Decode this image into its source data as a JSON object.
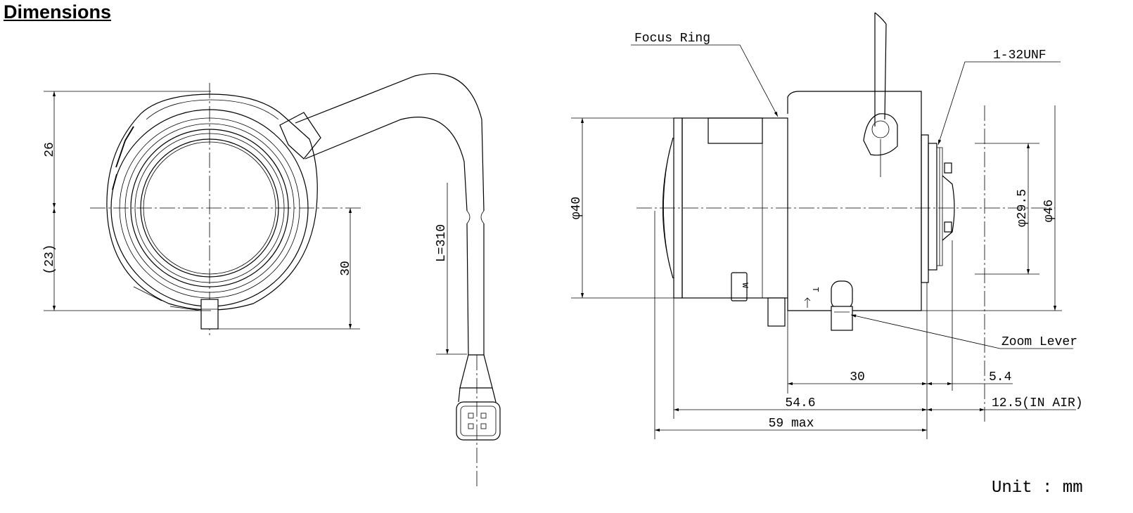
{
  "title": "Dimensions",
  "unit_label": "Unit : mm",
  "front_view": {
    "dim_26": "26",
    "dim_23": "(23)",
    "dim_30": "30",
    "cable_length": "L=310"
  },
  "side_view": {
    "focus_ring": "Focus Ring",
    "thread": "1-32UNF",
    "zoom_lever": "Zoom Lever",
    "dia_40": "φ40",
    "dia_29_5": "φ29.5",
    "dia_46": "φ46",
    "dim_30": "30",
    "dim_5_4": "5.4",
    "dim_54_6": "54.6",
    "dim_59": "59 max",
    "dim_12_5": "12.5(IN AIR)",
    "mark_w": "W",
    "mark_t": "T"
  }
}
